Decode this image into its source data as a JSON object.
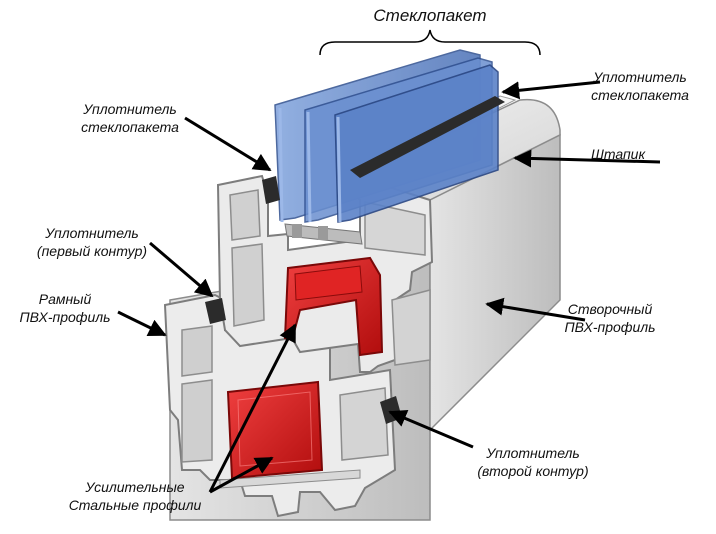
{
  "labels": {
    "glass_unit": "Стеклопакет",
    "glass_seal_right": {
      "line1": "Уплотнитель",
      "line2": "стеклопакета"
    },
    "glass_seal_left": {
      "line1": "Уплотнитель",
      "line2": "стеклопакета"
    },
    "bead": "Штапик",
    "seal_first": {
      "line1": "Уплотнитель",
      "line2": "(первый контур)"
    },
    "frame_profile": {
      "line1": "Рамный",
      "line2": "ПВХ-профиль"
    },
    "sash_profile": {
      "line1": "Створочный",
      "line2": "ПВХ-профиль"
    },
    "seal_second": {
      "line1": "Уплотнитель",
      "line2": "(второй контур)"
    },
    "steel": {
      "line1": "Усилительные",
      "line2": "Стальные профили"
    }
  },
  "colors": {
    "glass": "#5b82c8",
    "glass_edge": "#2f4f8f",
    "pvc_light": "#e6e6e6",
    "pvc_mid": "#c9c9c9",
    "pvc_dark": "#9a9a9a",
    "steel_red": "#d81616",
    "seal": "#2b2b2b",
    "arrow": "#000000"
  }
}
